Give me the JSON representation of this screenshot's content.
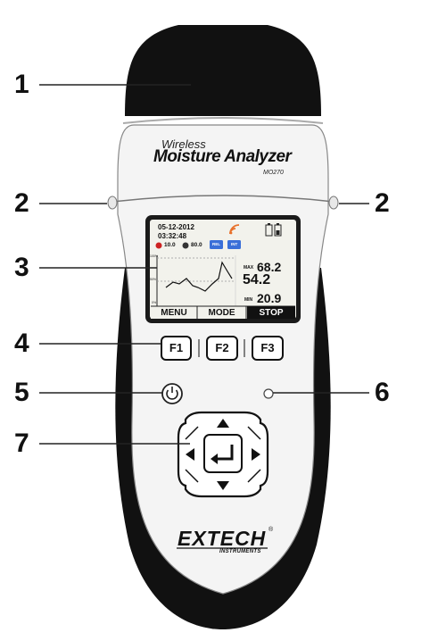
{
  "device": {
    "line1": "Wireless",
    "line2": "Moisture Analyzer",
    "model": "MO270",
    "brand": "EXTECH",
    "brand_mark": "®",
    "brand_sub": "INSTRUMENTS"
  },
  "screen": {
    "date": "05-12-2012",
    "time": "03:32:48",
    "alarm_low": "10.0",
    "alarm_high": "80.0",
    "badge_rel": "REL",
    "badge_int": "INT",
    "graph_y_top": "100%",
    "graph_y_mid": "50%",
    "graph_y_bot": "0%",
    "max_label": "MAX",
    "max_value": "68.2",
    "current_value": "54.2",
    "min_label": "MIN",
    "min_value": "20.9",
    "softkeys": [
      "MENU",
      "MODE",
      "STOP"
    ]
  },
  "keys": {
    "f1": "F1",
    "f2": "F2",
    "f3": "F3"
  },
  "callouts": [
    "1",
    "2",
    "2",
    "3",
    "4",
    "5",
    "6",
    "7"
  ],
  "colors": {
    "body": "#f4f4f4",
    "grip": "#111111",
    "screen_bg": "#f2f2ec",
    "badge_blue": "#3a6fd8",
    "wifi": "#e8702a",
    "alarm_red": "#cc2222"
  },
  "icons": [
    "wifi-icon",
    "battery-icon",
    "alarm-icon",
    "power-icon",
    "arrow-up-icon",
    "arrow-down-icon",
    "arrow-left-icon",
    "arrow-right-icon",
    "enter-icon",
    "led-indicator"
  ]
}
